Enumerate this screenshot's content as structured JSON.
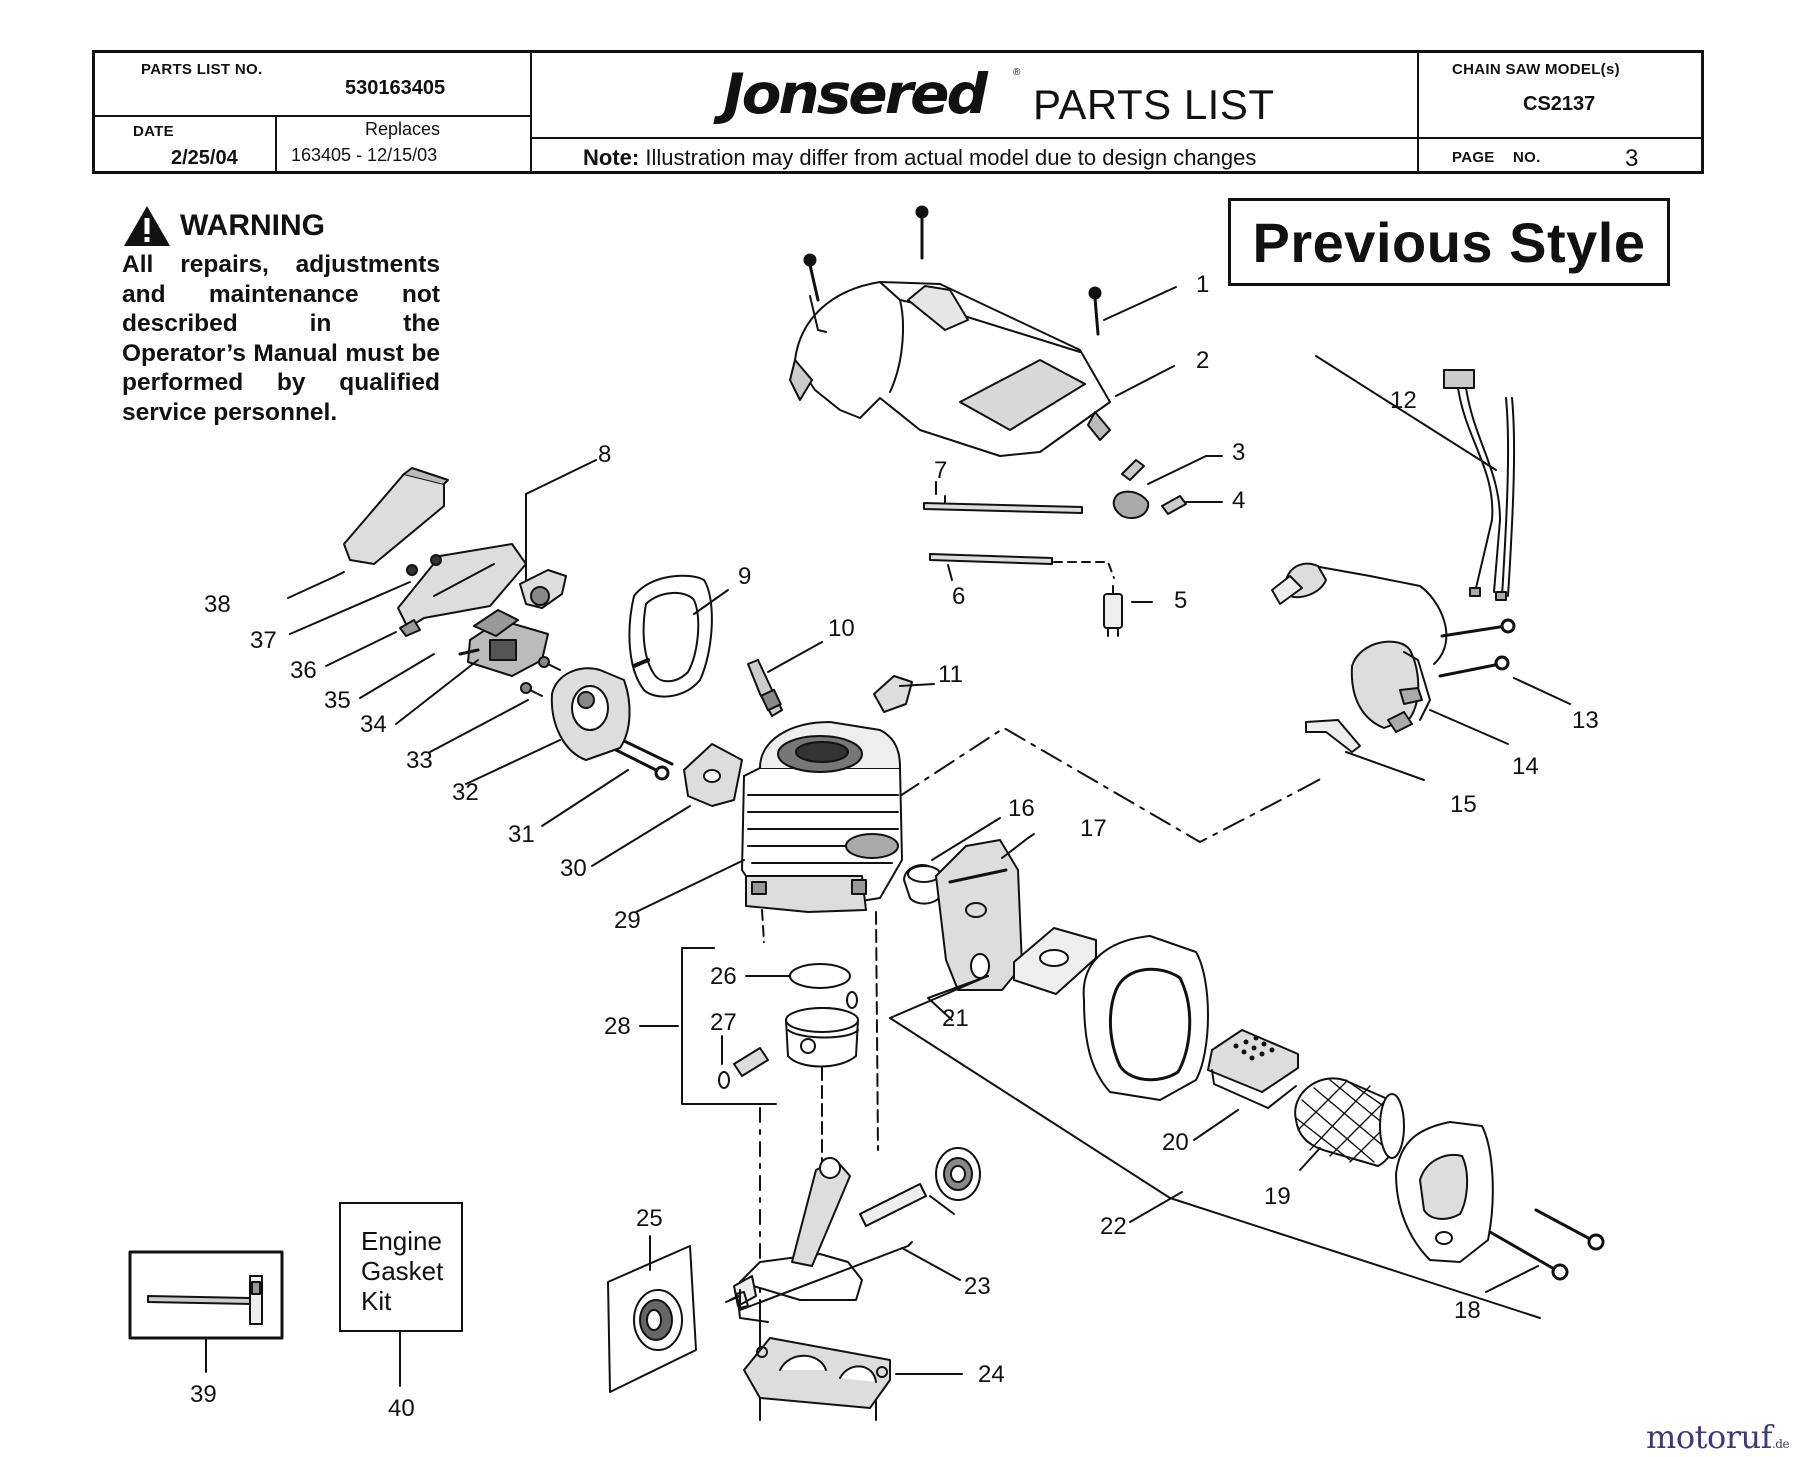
{
  "header": {
    "parts_list_no_label": "PARTS LIST NO.",
    "parts_list_no": "530163405",
    "date_label": "DATE",
    "date": "2/25/04",
    "replaces_label": "Replaces",
    "replaces": "163405 - 12/15/03",
    "brand": "Jonsered",
    "brand_mark": "®",
    "title": "PARTS LIST",
    "note_bold": "Note:",
    "note_text": " Illustration may differ from actual model due to design changes",
    "model_label": "CHAIN SAW MODEL(s)",
    "model": "CS2137",
    "page_label": "PAGE",
    "no_label": "NO.",
    "page_no": "3"
  },
  "warning": {
    "title": "WARNING",
    "body": "All repairs, adjustments and maintenance not described in the Operator’s Manual must be performed by qualified service personnel."
  },
  "style_box": "Previous Style",
  "gasket_kit": {
    "line1": "Engine",
    "line2": "Gasket",
    "line3": "Kit"
  },
  "callouts": [
    "1",
    "2",
    "3",
    "4",
    "5",
    "6",
    "7",
    "8",
    "9",
    "10",
    "11",
    "12",
    "13",
    "14",
    "15",
    "16",
    "17",
    "18",
    "19",
    "20",
    "21",
    "22",
    "23",
    "24",
    "25",
    "26",
    "27",
    "28",
    "29",
    "30",
    "31",
    "32",
    "33",
    "34",
    "35",
    "36",
    "37",
    "38",
    "39",
    "40"
  ],
  "watermark": {
    "text": "motoruf",
    "suffix": ".de"
  },
  "colors": {
    "ink": "#111111",
    "watermark": "#3b3b7a"
  }
}
